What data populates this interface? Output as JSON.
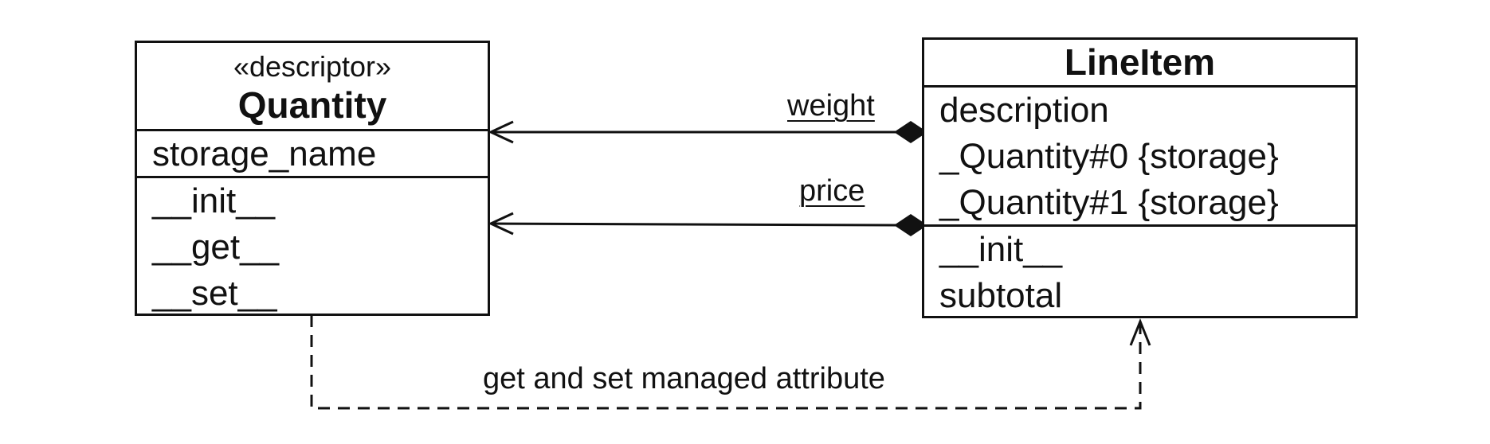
{
  "quantity_class": {
    "stereotype": "«descriptor»",
    "name": "Quantity",
    "attributes": [
      "storage_name"
    ],
    "methods": [
      "__init__",
      "__get__",
      "__set__"
    ]
  },
  "lineitem_class": {
    "name": "LineItem",
    "attributes": [
      "description",
      "_Quantity#0 {storage}",
      "_Quantity#1 {storage}"
    ],
    "methods": [
      "__init__",
      "subtotal"
    ]
  },
  "associations": [
    {
      "role": "weight",
      "kind": "composition"
    },
    {
      "role": "price",
      "kind": "composition"
    }
  ],
  "dependency": {
    "label": "get and set managed attribute"
  }
}
